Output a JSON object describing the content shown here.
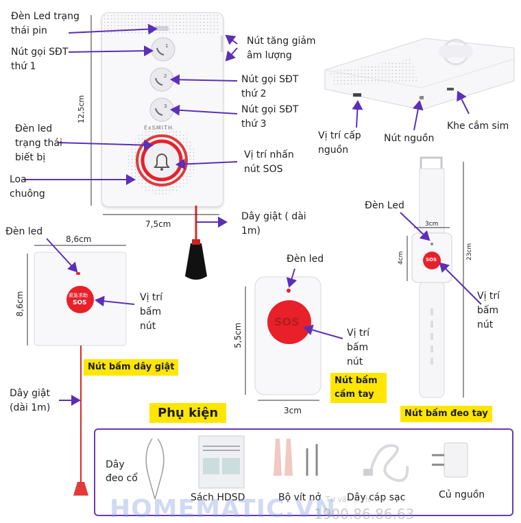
{
  "main_device": {
    "labels": {
      "battery_led": "Đèn Led trạng thái pin",
      "call_1": "Nút gọi SĐT thứ 1",
      "volume": "Nút tăng giảm âm lượng",
      "call_2": "Nút gọi SĐT thứ 2",
      "call_3": "Nút gọi SĐT thứ 3",
      "status_led": "Đèn led trạng thái biết bị",
      "speaker": "Loa chuông",
      "sos_press": "Vị trí nhấn nút SOS",
      "pull_cord": "Dây giật ( dài 1m)"
    },
    "height_dim": "12,5cm",
    "width_dim": "7,5cm",
    "brand": "ExSMITH",
    "button_numbers": [
      "1",
      "2",
      "3"
    ]
  },
  "back_view": {
    "power_input": "Vị trí cấp nguồn",
    "power_button": "Nút nguồn",
    "sim_slot": "Khe cắm sim"
  },
  "pull_cord_button": {
    "led": "Đèn led",
    "width_dim": "8,6cm",
    "height_dim": "8,6cm",
    "press": "Vị trí bấm nút",
    "tag": "Nút bấm dây giật",
    "cord": "Dây giật (dài 1m)",
    "button_text_cn": "紧急求助",
    "button_text": "SOS"
  },
  "handheld_button": {
    "led": "Đèn led",
    "height_dim": "5,5cm",
    "width_dim": "3cm",
    "press": "Vị trí bấm nút",
    "tag": "Nút bấm cầm tay",
    "button_text": "SOS"
  },
  "wrist_button": {
    "led": "Đèn Led",
    "width_dim": "3cm",
    "height_dim": "4cm",
    "length_dim": "23cm",
    "press": "Vị trí bấm nút",
    "tag": "Nút bấm đeo tay",
    "button_text": "SOS"
  },
  "accessories": {
    "title": "Phụ kiện",
    "items": {
      "lanyard": "Dây đeo cổ",
      "manual": "Sách  HDSD",
      "screws": "Bộ vít nở",
      "cable": "Dây cáp sạc",
      "adapter": "Củ nguồn"
    }
  },
  "watermark": {
    "brand": "HOMEMATIC.VN",
    "hotline_label": "Tư vấn & Hỗ trợ",
    "phone": "1900.86.86.63"
  },
  "colors": {
    "arrow": "#5b2fb8",
    "sos_red": "#e8202a",
    "tag_yellow": "#ffe600",
    "frame_purple": "#6b3aa8"
  }
}
